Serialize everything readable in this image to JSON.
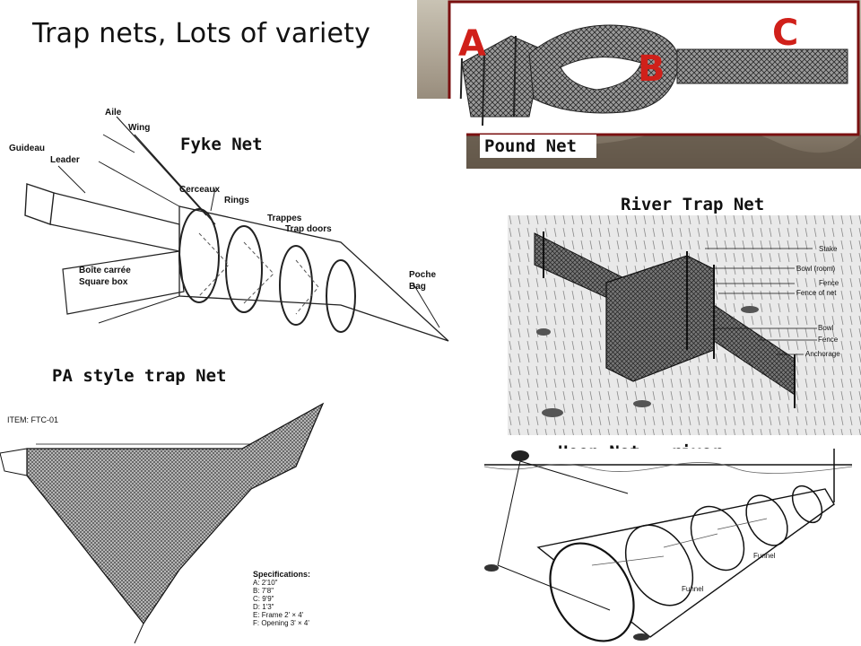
{
  "slide": {
    "title": "Trap nets, Lots of variety"
  },
  "panels": {
    "fyke": {
      "label": "Fyke Net",
      "annotations": {
        "aile": "Aile",
        "wing": "Wing",
        "guideau": "Guideau",
        "leader": "Leader",
        "cerceaux": "Cerceaux",
        "rings": "Rings",
        "trappes": "Trappes",
        "trap_doors": "Trap doors",
        "boite": "Boîte carrée",
        "square_box": "Square box",
        "poche": "Poche",
        "bag": "Bag"
      }
    },
    "pound": {
      "label": "Pound Net",
      "letters": {
        "a": "A",
        "b": "B",
        "c": "C"
      }
    },
    "river_trap": {
      "label": "River Trap Net",
      "annotations": [
        "Stake",
        "Bowl (room)",
        "Fence",
        "Fence of net",
        "Bowl",
        "Fence",
        "Anchorage"
      ]
    },
    "pa_style": {
      "label": "PA style trap Net",
      "item": "ITEM: FTC-01",
      "specs_title": "Specifications:",
      "specs": [
        "A: 2'10\"",
        "B: 7'8\"",
        "C: 9'9\"",
        "D: 1'3\"",
        "E: Frame 2' × 4'",
        "F: Opening 3' × 4'"
      ]
    },
    "hoop": {
      "label": "Hoop Net - river",
      "annotations": {
        "funnel_1": "Funnel",
        "funnel_2": "Funnel"
      }
    }
  }
}
